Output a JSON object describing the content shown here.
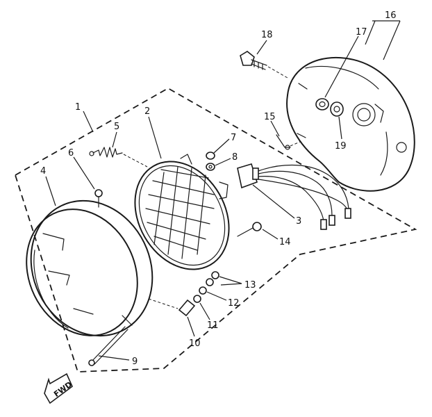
{
  "callouts": [
    {
      "id": "1",
      "text": "1"
    },
    {
      "id": "2",
      "text": "2"
    },
    {
      "id": "3",
      "text": "3"
    },
    {
      "id": "4",
      "text": "4"
    },
    {
      "id": "5",
      "text": "5"
    },
    {
      "id": "6",
      "text": "6"
    },
    {
      "id": "7",
      "text": "7"
    },
    {
      "id": "8",
      "text": "8"
    },
    {
      "id": "9",
      "text": "9"
    },
    {
      "id": "10",
      "text": "10"
    },
    {
      "id": "11",
      "text": "11"
    },
    {
      "id": "12",
      "text": "12"
    },
    {
      "id": "13",
      "text": "13"
    },
    {
      "id": "14",
      "text": "14"
    },
    {
      "id": "15",
      "text": "15"
    },
    {
      "id": "16",
      "text": "16"
    },
    {
      "id": "17",
      "text": "17"
    },
    {
      "id": "18",
      "text": "18"
    },
    {
      "id": "19",
      "text": "19"
    }
  ],
  "direction_marker": {
    "text": "FWD",
    "icon": "forward-arrow-icon"
  },
  "colors": {
    "ink": "#1a1a1a",
    "paper": "#ffffff"
  }
}
